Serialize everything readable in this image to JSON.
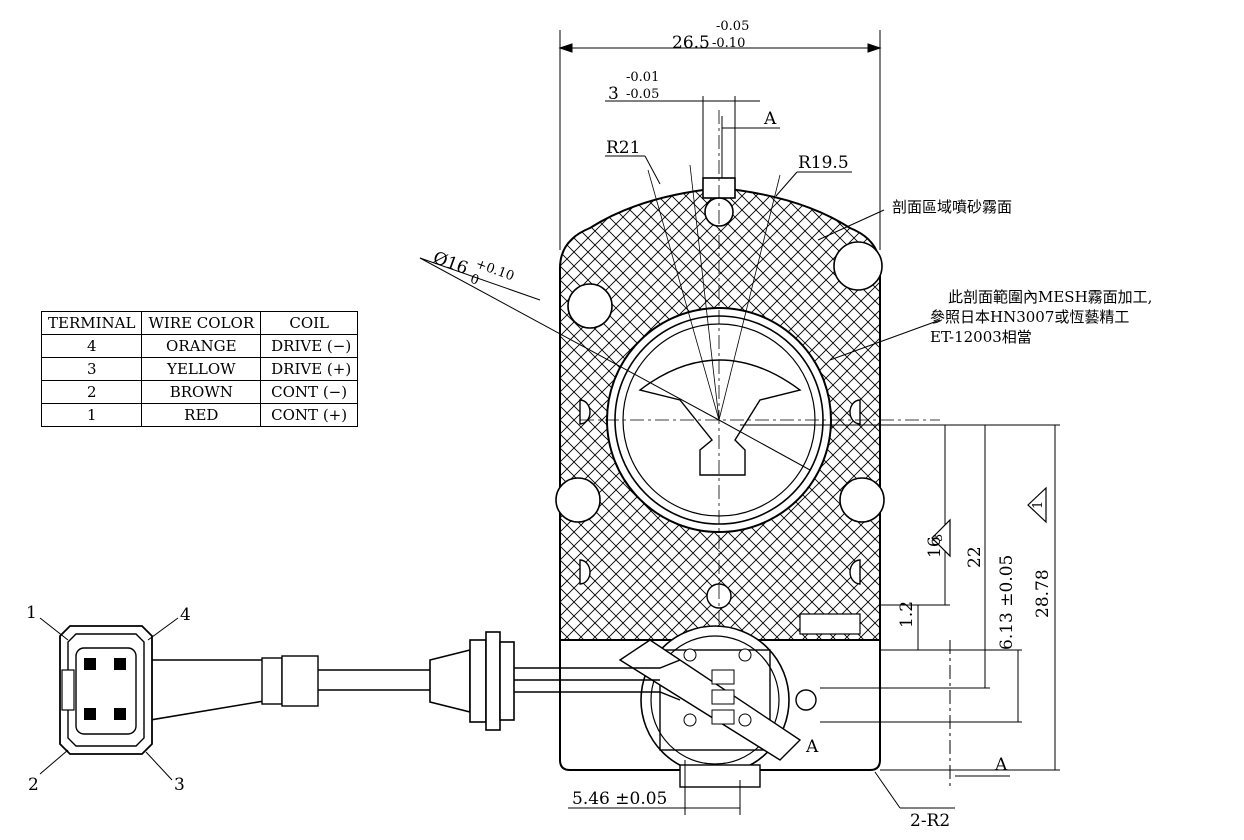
{
  "table": {
    "headers": [
      "TERMINAL",
      "WIRE COLOR",
      "COIL"
    ],
    "rows": [
      [
        "4",
        "ORANGE",
        "DRIVE (−)"
      ],
      [
        "3",
        "YELLOW",
        "DRIVE (+)"
      ],
      [
        "2",
        "BROWN",
        "CONT  (−)"
      ],
      [
        "1",
        "RED",
        "CONT  (+)"
      ]
    ]
  },
  "dimensions": {
    "width": "26.5",
    "width_tol_upper": "-0.05",
    "width_tol_lower": "-0.10",
    "slot": "3",
    "slot_tol_upper": "-0.01",
    "slot_tol_lower": "-0.05",
    "r21": "R21",
    "r19_5": "R19.5",
    "diameter": "Ø16",
    "diameter_tol_upper": "+0.10",
    "diameter_tol_lower": "0",
    "d16": "16",
    "d22": "22",
    "d1_2": "1.2",
    "d6_13": "6.13 ±0.05",
    "d28_78": "28.78",
    "d5_46": "5.46 ±0.05",
    "corner_radius": "2-R2",
    "rev3": "3",
    "rev1": "1"
  },
  "section_labels": {
    "a_top": "A",
    "a_mid": "A",
    "a_bottom": "A"
  },
  "notes": {
    "blasting": "剖面區域噴砂霧面",
    "mesh_line1": "此剖面範圍內MESH霧面加工,",
    "mesh_line2": "參照日本HN3007或恆藝精工",
    "mesh_line3": "ET-12003相當"
  },
  "connector_pins": {
    "p1": "1",
    "p2": "2",
    "p3": "3",
    "p4": "4"
  }
}
